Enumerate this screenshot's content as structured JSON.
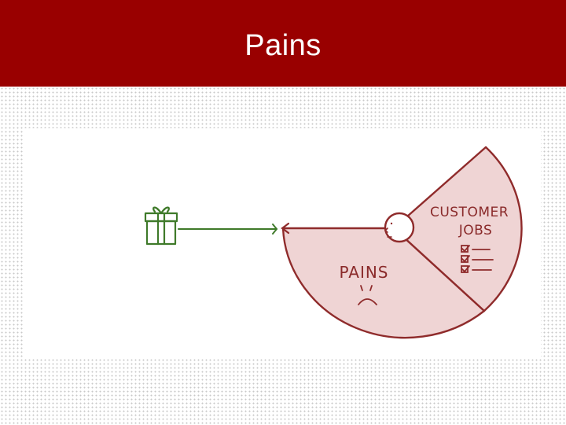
{
  "header": {
    "title": "Pains",
    "background_color": "#990000"
  },
  "diagram": {
    "left_icon": "gift-icon",
    "pains_label": "PAINS",
    "pains_face_icon": "frown-face-icon",
    "jobs_label_line1": "CUSTOMER",
    "jobs_label_line2": "JOBS",
    "jobs_list_icon": "checklist-icon",
    "customer_icon": "customer-head-icon",
    "colors": {
      "profile_fill": "#efd4d4",
      "profile_stroke": "#8f2b2b",
      "gift_and_arrow": "#3f7a2a"
    }
  }
}
